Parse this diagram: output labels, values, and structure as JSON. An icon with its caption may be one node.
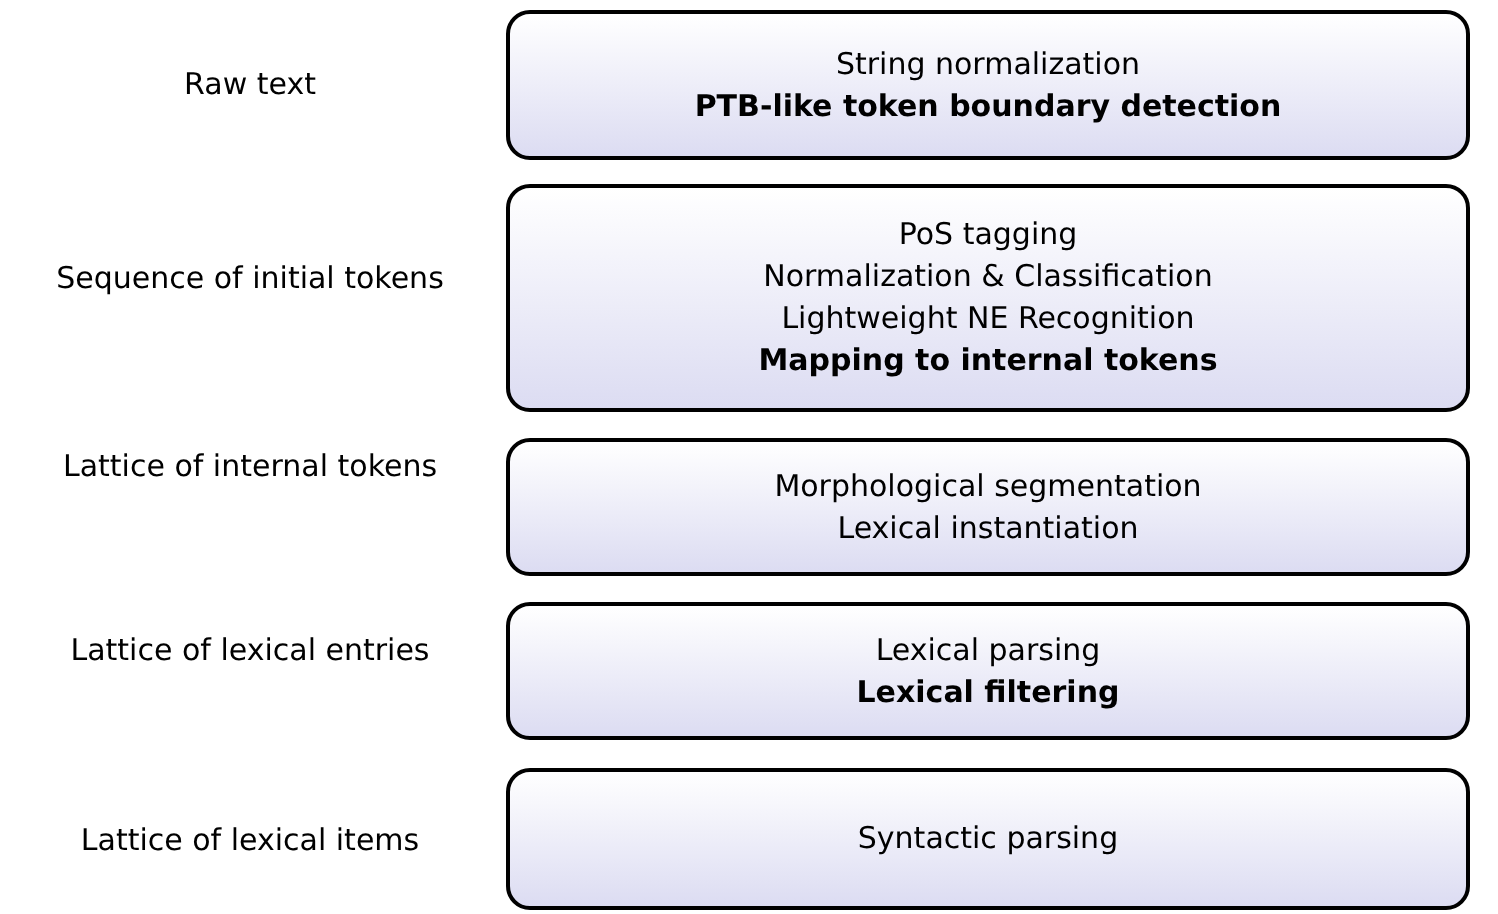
{
  "diagram": {
    "nodes": [
      {
        "text": [
          "String normalization",
          "**PTB-like token boundary detection**"
        ]
      },
      {
        "text": [
          "PoS tagging",
          "Normalization & Classification",
          "Lightweight NE Recognition",
          "**Mapping to internal tokens**"
        ]
      },
      {
        "text": [
          "Morphological segmentation",
          "Lexical instantiation"
        ]
      },
      {
        "text": [
          "Lexical parsing",
          "**Lexical filtering**"
        ]
      },
      {
        "text": [
          "Syntactic parsing"
        ]
      }
    ],
    "labels": [
      "Raw text",
      "Sequence of initial tokens",
      "Lattice of internal tokens",
      "Lattice of lexical entries",
      "Lattice of lexical items"
    ]
  }
}
